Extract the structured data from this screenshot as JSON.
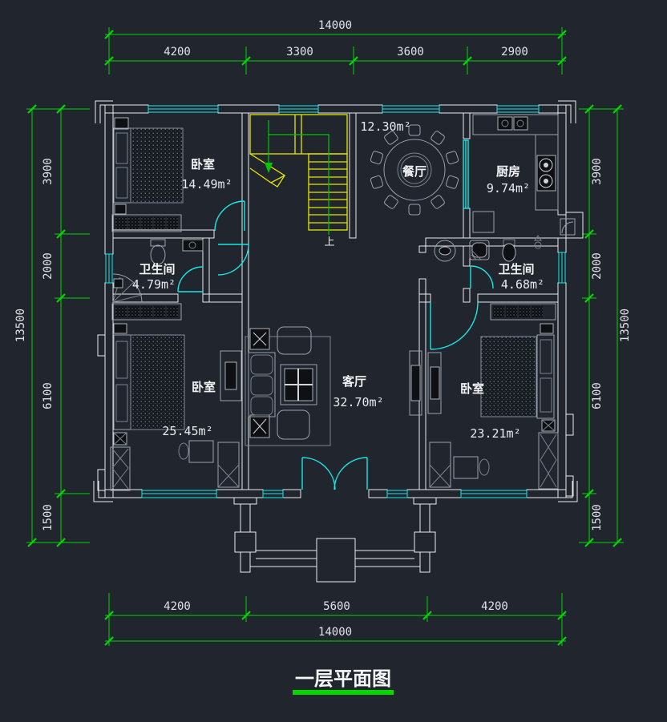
{
  "title": {
    "text": "一层平面图"
  },
  "stair": {
    "up_label": "上"
  },
  "rooms": {
    "bedroom1": {
      "name": "卧室",
      "area": "14.49m²"
    },
    "dining": {
      "name": "餐厅",
      "area": "12.30m²"
    },
    "kitchen": {
      "name": "厨房",
      "area": "9.74m²"
    },
    "bath1": {
      "name": "卫生间",
      "area": "4.79m²"
    },
    "bath2": {
      "name": "卫生间",
      "area": "4.68m²"
    },
    "bedroom2": {
      "name": "卧室",
      "area": "25.45m²"
    },
    "living": {
      "name": "客厅",
      "area": "32.70m²"
    },
    "bedroom3": {
      "name": "卧室",
      "area": "23.21m²"
    }
  },
  "dimensions": {
    "top": {
      "total": "14000",
      "segments": [
        "4200",
        "3300",
        "3600",
        "2900"
      ]
    },
    "bottom": {
      "total": "14000",
      "segments": [
        "4200",
        "5600",
        "4200"
      ]
    },
    "left": {
      "total": "13500",
      "segments": [
        "3900",
        "2000",
        "6100",
        "1500"
      ]
    },
    "right": {
      "total": "13500",
      "segments": [
        "3900",
        "2000",
        "6100",
        "1500"
      ]
    }
  },
  "colors": {
    "background": "#21252e",
    "walls": "#e9ecef",
    "windows_doors": "#19e6e6",
    "dimensions": "#00d800",
    "stairs": "#e6e600"
  }
}
